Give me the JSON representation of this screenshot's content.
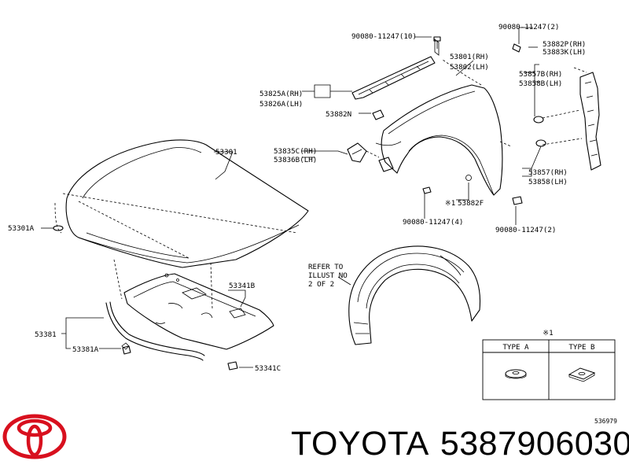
{
  "labels": {
    "bolt_top": "90080-11247(10)",
    "bolt_top_right": "90080-11247(2)",
    "seal_rh_a": "53882P(RH)",
    "seal_lh_a": "53883K(LH)",
    "fender_rh": "53801(RH)",
    "fender_lh": "53802(LH)",
    "seal_rh_b": "53857B(RH)",
    "seal_lh_b": "53858B(LH)",
    "cowl_rh": "53825A(RH)",
    "cowl_lh": "53826A(LH)",
    "clip": "53882N",
    "hood": "53301",
    "bracket_rh": "53835C(RH)",
    "bracket_lh": "53836B(LH)",
    "seal_rh_c": "53857(RH)",
    "seal_lh_c": "53858(LH)",
    "hood_cushion": "53301A",
    "washer_note": "※1",
    "washer": "53882F",
    "bolt_mid": "90080-11247(4)",
    "bolt_bottom_right": "90080-11247(2)",
    "refer_1": "REFER TO",
    "refer_2": "ILLUST NO",
    "refer_3": "2 OF 2",
    "insulator": "53341B",
    "seal": "53381",
    "seal_a": "53381A",
    "clip_c": "53341C",
    "diagram_code": "536979"
  },
  "legend": {
    "note": "※1",
    "type_a": "TYPE A",
    "type_b": "TYPE B"
  },
  "brand": {
    "name": "TOYOTA",
    "part_number": "5387906030",
    "logo_color": "#d8101e"
  }
}
